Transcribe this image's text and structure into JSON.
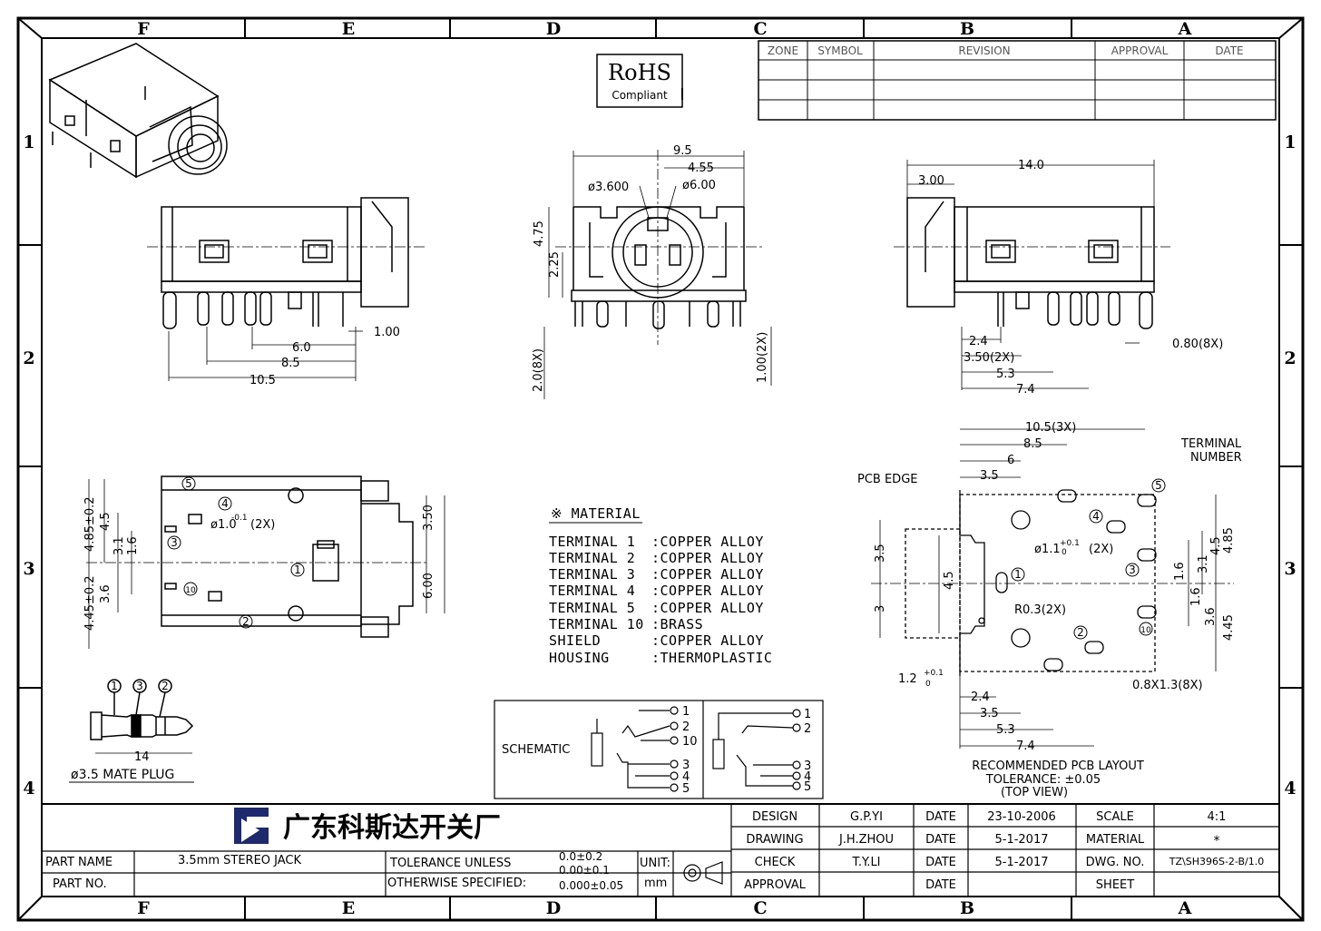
{
  "zones": {
    "columns": [
      "F",
      "E",
      "D",
      "C",
      "B",
      "A"
    ],
    "rows": [
      "1",
      "2",
      "3",
      "4"
    ]
  },
  "rohs": {
    "line1": "RoHS",
    "line2": "Compliant"
  },
  "revision_table": {
    "headers": [
      "ZONE",
      "SYMBOL",
      "REVISION",
      "APPROVAL",
      "DATE"
    ]
  },
  "dims": {
    "front": [
      "1.00",
      "6.0",
      "8.5",
      "10.5"
    ],
    "side": [
      "9.5",
      "4.55",
      "ø3.600",
      "ø6.00",
      "4.75",
      "2.25",
      "2.0(8X)",
      "1.00(2X)"
    ],
    "rear": [
      "14.0",
      "3.00",
      "2.4",
      "3.50(2X)",
      "5.3",
      "7.4",
      "0.80(8X)"
    ],
    "bottom": [
      "4.85±0.2",
      "4.5",
      "3.1",
      "1.6",
      "3.6",
      "4.45±0.2",
      "ø1.0",
      "-0.1",
      "(2X)",
      "3.50",
      "6.00"
    ],
    "pcb": [
      "10.5(3X)",
      "8.5",
      "6",
      "3.5",
      "PCB EDGE",
      "TERMINAL",
      "NUMBER",
      "3.5",
      "4.5",
      "3",
      "ø1.1",
      "+0.1",
      "0",
      "(2X)",
      "R0.3(2X)",
      "1.2",
      "+0.1",
      "0",
      "2.4",
      "3.5",
      "5.3",
      "7.4",
      "0.8X1.3(8X)",
      "4.5",
      "4.85",
      "1.6",
      "3.1",
      "1.6",
      "3.6",
      "4.45"
    ],
    "plug": [
      "14"
    ]
  },
  "plug_label": "ø3.5 MATE PLUG",
  "terminal_numbers": [
    "1",
    "2",
    "3",
    "4",
    "5",
    "10"
  ],
  "material": {
    "title": "※ MATERIAL",
    "rows": [
      {
        "name": "TERMINAL 1",
        "value": ":COPPER ALLOY"
      },
      {
        "name": "TERMINAL 2",
        "value": ":COPPER ALLOY"
      },
      {
        "name": "TERMINAL 3",
        "value": ":COPPER ALLOY"
      },
      {
        "name": "TERMINAL 4",
        "value": ":COPPER ALLOY"
      },
      {
        "name": "TERMINAL 5",
        "value": ":COPPER ALLOY"
      },
      {
        "name": "TERMINAL 10",
        "value": ":BRASS"
      },
      {
        "name": "SHIELD",
        "value": ":COPPER ALLOY"
      },
      {
        "name": "HOUSING",
        "value": ":THERMOPLASTIC"
      }
    ]
  },
  "schematic": {
    "label": "SCHEMATIC",
    "left_pins": [
      "1",
      "2",
      "10",
      "3",
      "4",
      "5"
    ],
    "right_pins": [
      "1",
      "2",
      "3",
      "4",
      "5"
    ]
  },
  "pcb_layout": {
    "line1": "RECOMMENDED PCB LAYOUT",
    "line2": "TOLERANCE: ±0.05",
    "line3": "(TOP VIEW)"
  },
  "title_block": {
    "company": "广东科斯达开关厂",
    "part_name_label": "PART NAME",
    "part_name": "3.5mm STEREO JACK",
    "part_no_label": "PART NO.",
    "part_no": "",
    "tol_line1": "TOLERANCE UNLESS",
    "tol_line2": "OTHERWISE SPECIFIED:",
    "tol_values": [
      "0.0±0.2",
      "0.00±0.1",
      "0.000±0.05"
    ],
    "unit_label": "UNIT:",
    "unit": "mm",
    "design_label": "DESIGN",
    "design": "G.P.YI",
    "drawing_label": "DRAWING",
    "drawing": "J.H.ZHOU",
    "check_label": "CHECK",
    "check": "T.Y.LI",
    "approval_label": "APPROVAL",
    "approval": "",
    "date_label": "DATE",
    "dates": [
      "23-10-2006",
      "5-1-2017",
      "5-1-2017",
      ""
    ],
    "scale_label": "SCALE",
    "scale": "4:1",
    "material_label": "MATERIAL",
    "material": "*",
    "dwg_label": "DWG. NO.",
    "dwg": "TZ\\SH396S-2-B/1.0",
    "sheet_label": "SHEET",
    "sheet": ""
  }
}
